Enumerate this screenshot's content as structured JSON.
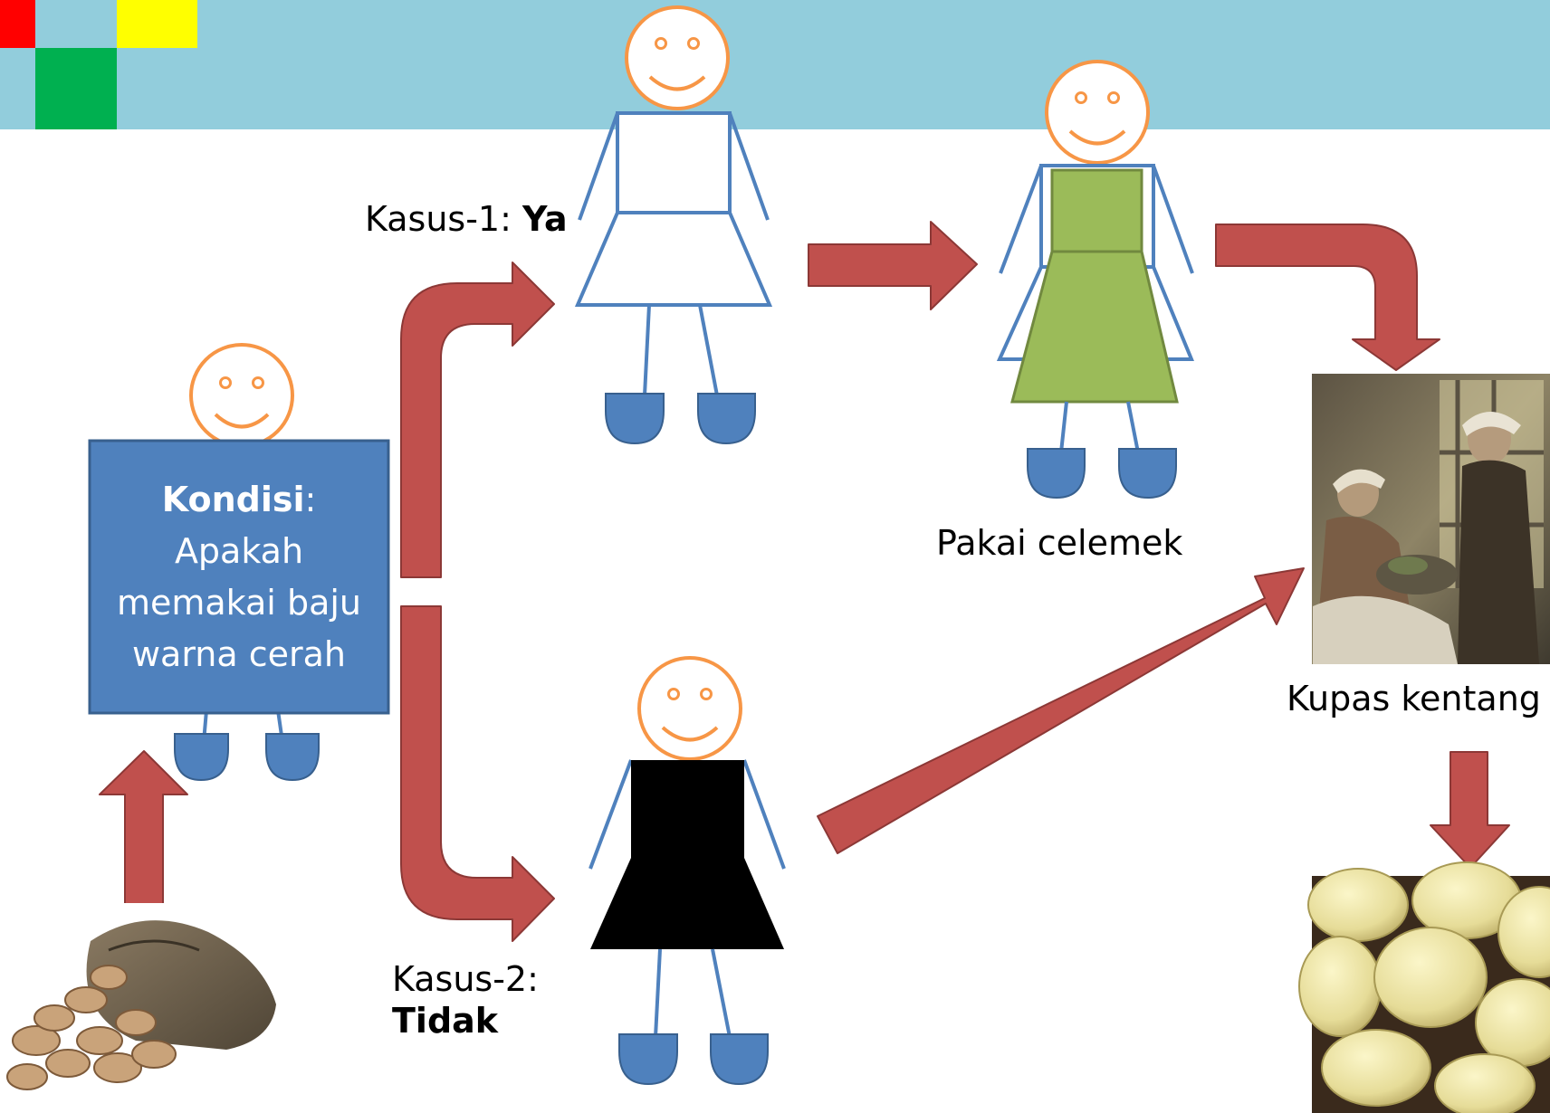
{
  "colors": {
    "header_band": "#92cddc",
    "corner_red": "#ff0000",
    "corner_yellow": "#ffff00",
    "corner_green": "#00b050",
    "arrow_fill": "#c0504d",
    "arrow_stroke": "#8c3836",
    "figure_blue": "#4f81bd",
    "face_orange": "#f79646",
    "apron_green": "#9bbb59",
    "apron_stroke": "#71893f",
    "dark_dress": "#000000"
  },
  "condition": {
    "title": "Kondisi",
    "colon": ":",
    "lines": [
      "Apakah",
      "memakai baju",
      "warna cerah"
    ]
  },
  "case1": {
    "prefix": "Kasus-1: ",
    "answer": "Ya"
  },
  "case2": {
    "prefix": "Kasus-2:",
    "answer": "Tidak"
  },
  "apron_label": "Pakai celemek",
  "peel_label": "Kupas kentang",
  "icons": {
    "potato_sack": "potato-sack-image",
    "kitchen_painting": "kitchen-painting-image",
    "peeled_potatoes": "peeled-potatoes-image"
  }
}
